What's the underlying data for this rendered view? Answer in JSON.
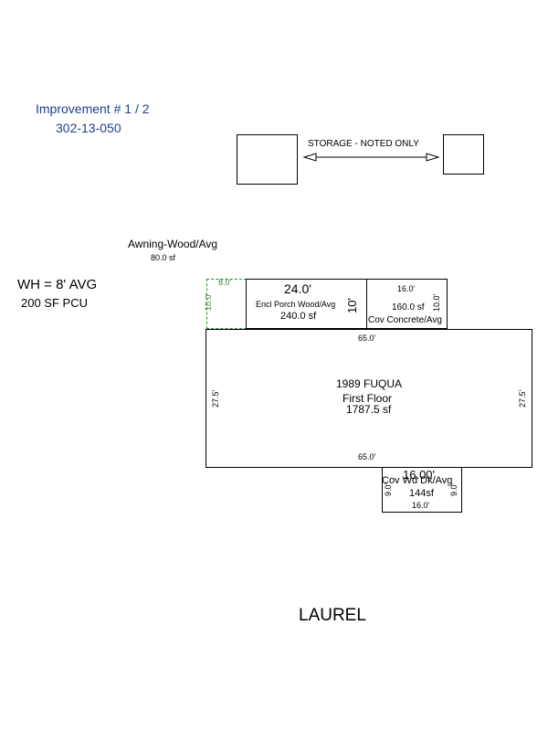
{
  "header": {
    "improvement": "Improvement # 1 / 2",
    "parcel": "302-13-050"
  },
  "notes": {
    "wall_height": "WH = 8' AVG",
    "pcu": "200 SF PCU"
  },
  "storage": {
    "label": "STORAGE -  NOTED ONLY"
  },
  "awning": {
    "name": "Awning-Wood/Avg",
    "area": "80.0 sf",
    "dim_top": "8.0'",
    "dim_side": "10.0'"
  },
  "porch": {
    "dim_top": "24.0'",
    "name": "Encl Porch Wood/Avg",
    "area": "240.0 sf",
    "dim_side": "10'"
  },
  "cov_concrete": {
    "dim_top": "16.0'",
    "area": "160.0 sf",
    "dim_side": "10.0'",
    "name": "Cov Concrete/Avg"
  },
  "main": {
    "dim_top": "65.0'",
    "dim_bottom": "65.0'",
    "dim_left": "27.5'",
    "dim_right": "27.5'",
    "name": "1989 FUQUA",
    "floor": "First Floor",
    "area": "1787.5 sf"
  },
  "deck": {
    "dim_top": "16.00'",
    "name": "Cov Wd Dk/Avg",
    "area": "144sf",
    "dim_left": "9.0'",
    "dim_right": "9.0'",
    "dim_bottom": "16.0'"
  },
  "street": {
    "name": "LAUREL"
  },
  "colors": {
    "header_text": "#1f3f8f",
    "awning_outline": "#2e8b2e"
  }
}
